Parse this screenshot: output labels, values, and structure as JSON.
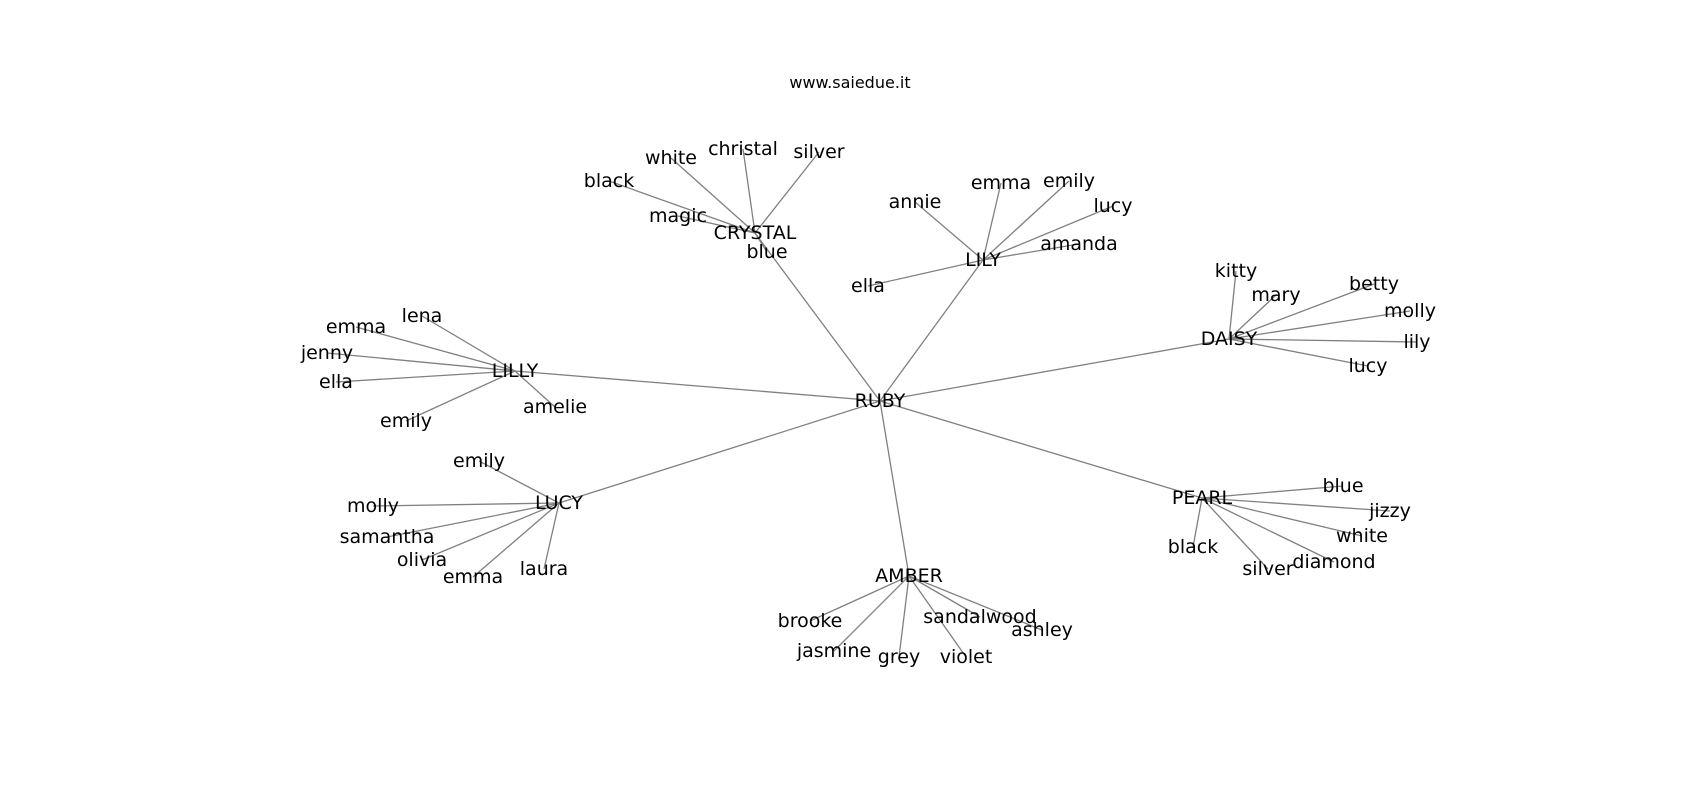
{
  "title": "www.saiedue.it",
  "colors": {
    "edge": "#808080",
    "label": "#000000",
    "background": "#ffffff"
  },
  "nodes": [
    {
      "id": "RUBY",
      "label": "RUBY"
    },
    {
      "id": "CRYSTAL",
      "label": "CRYSTAL"
    },
    {
      "id": "LILY",
      "label": "LILY"
    },
    {
      "id": "DAISY",
      "label": "DAISY"
    },
    {
      "id": "LILLY",
      "label": "LILLY"
    },
    {
      "id": "LUCY",
      "label": "LUCY"
    },
    {
      "id": "AMBER",
      "label": "AMBER"
    },
    {
      "id": "PEARL",
      "label": "PEARL"
    },
    {
      "id": "crystal-white",
      "label": "white"
    },
    {
      "id": "crystal-christal",
      "label": "christal"
    },
    {
      "id": "crystal-silver",
      "label": "silver"
    },
    {
      "id": "crystal-black",
      "label": "black"
    },
    {
      "id": "crystal-magic",
      "label": "magic"
    },
    {
      "id": "crystal-blue",
      "label": "blue"
    },
    {
      "id": "lily-annie",
      "label": "annie"
    },
    {
      "id": "lily-emma",
      "label": "emma"
    },
    {
      "id": "lily-emily",
      "label": "emily"
    },
    {
      "id": "lily-lucy",
      "label": "lucy"
    },
    {
      "id": "lily-amanda",
      "label": "amanda"
    },
    {
      "id": "lily-ella",
      "label": "ella"
    },
    {
      "id": "daisy-kitty",
      "label": "kitty"
    },
    {
      "id": "daisy-mary",
      "label": "mary"
    },
    {
      "id": "daisy-betty",
      "label": "betty"
    },
    {
      "id": "daisy-molly",
      "label": "molly"
    },
    {
      "id": "daisy-lily",
      "label": "lily"
    },
    {
      "id": "daisy-lucy",
      "label": "lucy"
    },
    {
      "id": "lilly-lena",
      "label": "lena"
    },
    {
      "id": "lilly-emma",
      "label": "emma"
    },
    {
      "id": "lilly-jenny",
      "label": "jenny"
    },
    {
      "id": "lilly-ella",
      "label": "ella"
    },
    {
      "id": "lilly-emily",
      "label": "emily"
    },
    {
      "id": "lilly-amelie",
      "label": "amelie"
    },
    {
      "id": "lucy-emily",
      "label": "emily"
    },
    {
      "id": "lucy-molly",
      "label": "molly"
    },
    {
      "id": "lucy-samantha",
      "label": "samantha"
    },
    {
      "id": "lucy-olivia",
      "label": "olivia"
    },
    {
      "id": "lucy-emma",
      "label": "emma"
    },
    {
      "id": "lucy-laura",
      "label": "laura"
    },
    {
      "id": "amber-brooke",
      "label": "brooke"
    },
    {
      "id": "amber-jasmine",
      "label": "jasmine"
    },
    {
      "id": "amber-grey",
      "label": "grey"
    },
    {
      "id": "amber-violet",
      "label": "violet"
    },
    {
      "id": "amber-sandalwood",
      "label": "sandalwood"
    },
    {
      "id": "amber-ashley",
      "label": "ashley"
    },
    {
      "id": "pearl-blue",
      "label": "blue"
    },
    {
      "id": "pearl-jizzy",
      "label": "jizzy"
    },
    {
      "id": "pearl-white",
      "label": "white"
    },
    {
      "id": "pearl-diamond",
      "label": "diamond"
    },
    {
      "id": "pearl-silver",
      "label": "silver"
    },
    {
      "id": "pearl-black",
      "label": "black"
    }
  ],
  "edges": [
    [
      "RUBY",
      "CRYSTAL"
    ],
    [
      "RUBY",
      "LILY"
    ],
    [
      "RUBY",
      "DAISY"
    ],
    [
      "RUBY",
      "LILLY"
    ],
    [
      "RUBY",
      "LUCY"
    ],
    [
      "RUBY",
      "AMBER"
    ],
    [
      "RUBY",
      "PEARL"
    ],
    [
      "CRYSTAL",
      "crystal-white"
    ],
    [
      "CRYSTAL",
      "crystal-christal"
    ],
    [
      "CRYSTAL",
      "crystal-silver"
    ],
    [
      "CRYSTAL",
      "crystal-black"
    ],
    [
      "CRYSTAL",
      "crystal-magic"
    ],
    [
      "CRYSTAL",
      "crystal-blue"
    ],
    [
      "LILY",
      "lily-annie"
    ],
    [
      "LILY",
      "lily-emma"
    ],
    [
      "LILY",
      "lily-emily"
    ],
    [
      "LILY",
      "lily-lucy"
    ],
    [
      "LILY",
      "lily-amanda"
    ],
    [
      "LILY",
      "lily-ella"
    ],
    [
      "DAISY",
      "daisy-kitty"
    ],
    [
      "DAISY",
      "daisy-mary"
    ],
    [
      "DAISY",
      "daisy-betty"
    ],
    [
      "DAISY",
      "daisy-molly"
    ],
    [
      "DAISY",
      "daisy-lily"
    ],
    [
      "DAISY",
      "daisy-lucy"
    ],
    [
      "LILLY",
      "lilly-lena"
    ],
    [
      "LILLY",
      "lilly-emma"
    ],
    [
      "LILLY",
      "lilly-jenny"
    ],
    [
      "LILLY",
      "lilly-ella"
    ],
    [
      "LILLY",
      "lilly-emily"
    ],
    [
      "LILLY",
      "lilly-amelie"
    ],
    [
      "LUCY",
      "lucy-emily"
    ],
    [
      "LUCY",
      "lucy-molly"
    ],
    [
      "LUCY",
      "lucy-samantha"
    ],
    [
      "LUCY",
      "lucy-olivia"
    ],
    [
      "LUCY",
      "lucy-emma"
    ],
    [
      "LUCY",
      "lucy-laura"
    ],
    [
      "AMBER",
      "amber-brooke"
    ],
    [
      "AMBER",
      "amber-jasmine"
    ],
    [
      "AMBER",
      "amber-grey"
    ],
    [
      "AMBER",
      "amber-violet"
    ],
    [
      "AMBER",
      "amber-sandalwood"
    ],
    [
      "AMBER",
      "amber-ashley"
    ],
    [
      "PEARL",
      "pearl-blue"
    ],
    [
      "PEARL",
      "pearl-jizzy"
    ],
    [
      "PEARL",
      "pearl-white"
    ],
    [
      "PEARL",
      "pearl-diamond"
    ],
    [
      "PEARL",
      "pearl-silver"
    ],
    [
      "PEARL",
      "pearl-black"
    ]
  ]
}
